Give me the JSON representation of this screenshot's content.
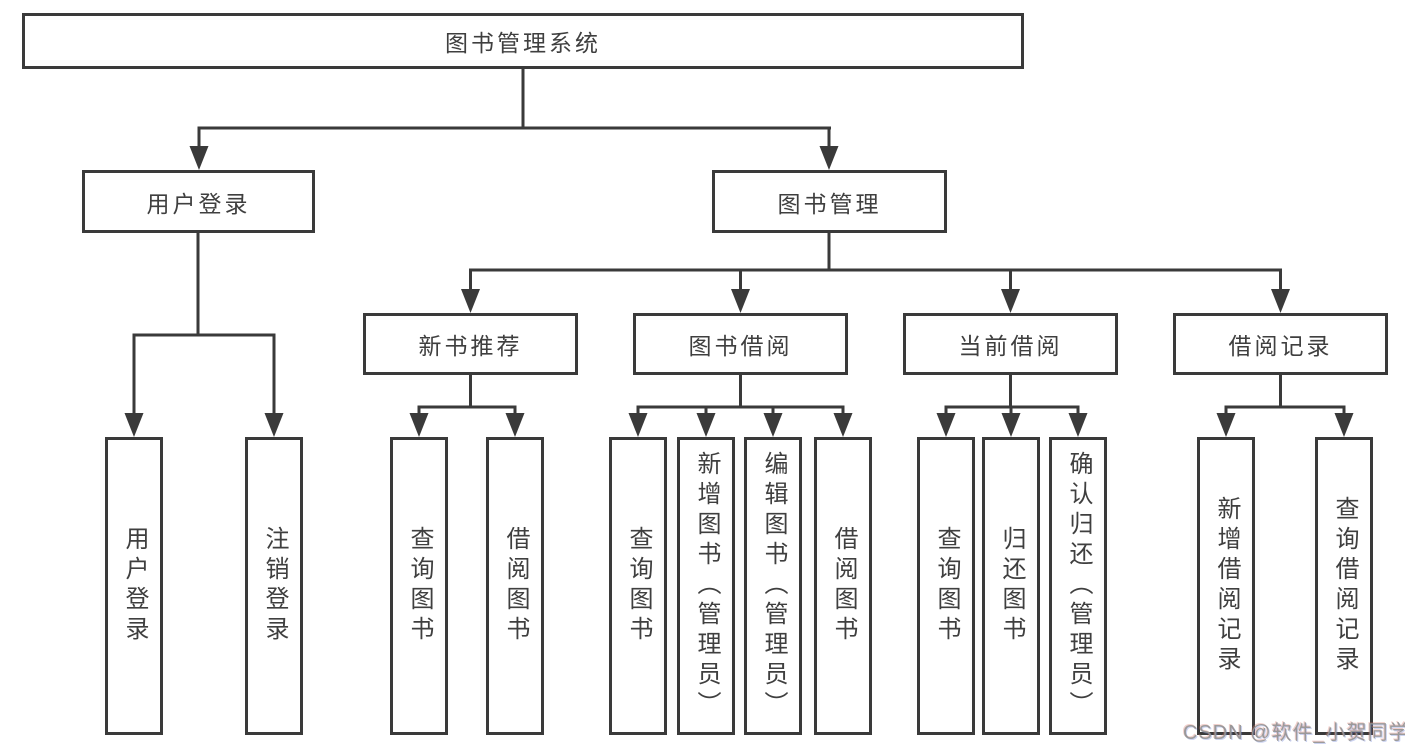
{
  "tree": {
    "root": "图书管理系统",
    "children": [
      {
        "label": "用户登录",
        "leaves": [
          "用户登录",
          "注销登录"
        ]
      },
      {
        "label": "图书管理",
        "children": [
          {
            "label": "新书推荐",
            "leaves": [
              "查询图书",
              "借阅图书"
            ]
          },
          {
            "label": "图书借阅",
            "leaves": [
              "查询图书",
              "新增图书（管理员）",
              "编辑图书（管理员）",
              "借阅图书"
            ]
          },
          {
            "label": "当前借阅",
            "leaves": [
              "查询图书",
              "归还图书",
              "确认归还（管理员）"
            ]
          },
          {
            "label": "借阅记录",
            "leaves": [
              "新增借阅记录",
              "查询借阅记录"
            ]
          }
        ]
      }
    ]
  },
  "watermark": {
    "text": "CSDN @软件_小贺同学"
  },
  "colors": {
    "line": "#3a3a3a",
    "text": "#3f3f3f",
    "background": "#ffffff",
    "watermark": "#949494"
  }
}
